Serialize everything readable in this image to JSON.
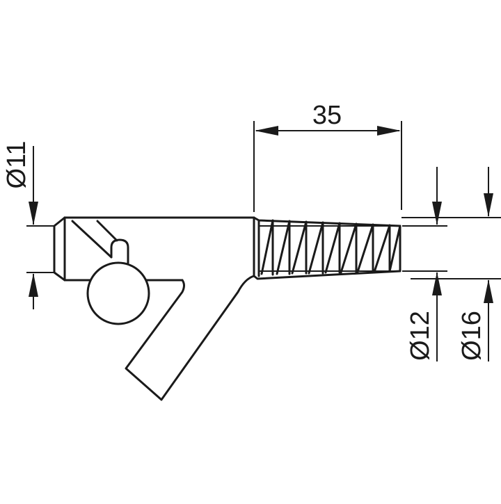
{
  "drawing": {
    "dimensions": {
      "length": "35",
      "diameter_left": "Ø11",
      "diameter_thread_inner": "Ø12",
      "diameter_thread_outer": "Ø16"
    },
    "colors": {
      "line": "#1a1a1a",
      "background": "#ffffff"
    }
  }
}
